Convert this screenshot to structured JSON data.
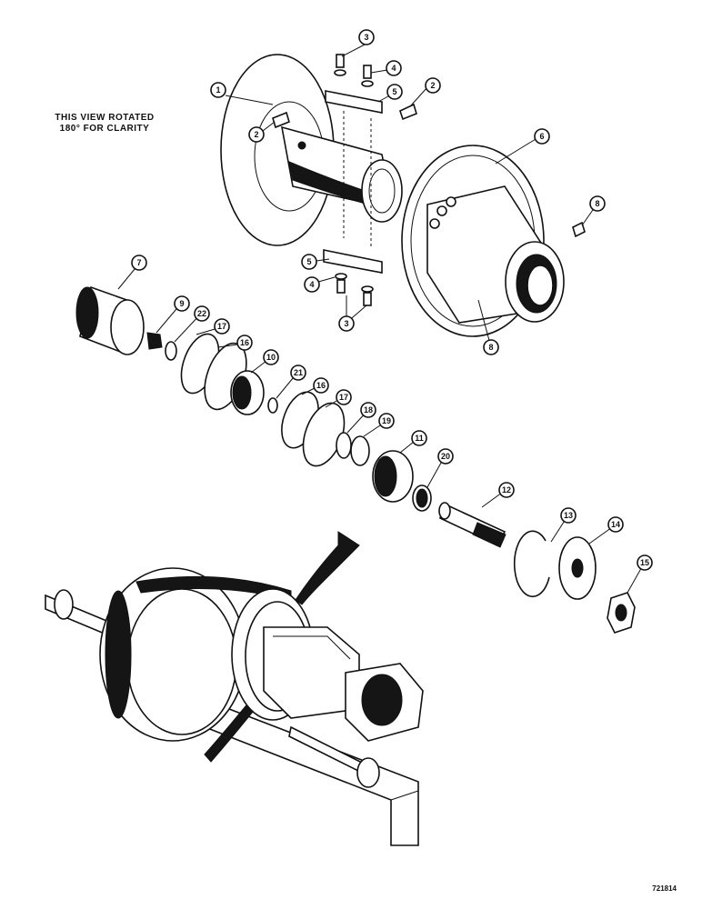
{
  "note_lines": [
    "THIS VIEW ROTATED",
    "180° FOR CLARITY"
  ],
  "figure_number": "721814",
  "callouts": [
    "1",
    "2",
    "3",
    "4",
    "5",
    "2",
    "6",
    "8",
    "5",
    "4",
    "3",
    "7",
    "9",
    "22",
    "17",
    "16",
    "10",
    "21",
    "16",
    "17",
    "18",
    "19",
    "11",
    "20",
    "12",
    "13",
    "14",
    "15",
    "8"
  ]
}
